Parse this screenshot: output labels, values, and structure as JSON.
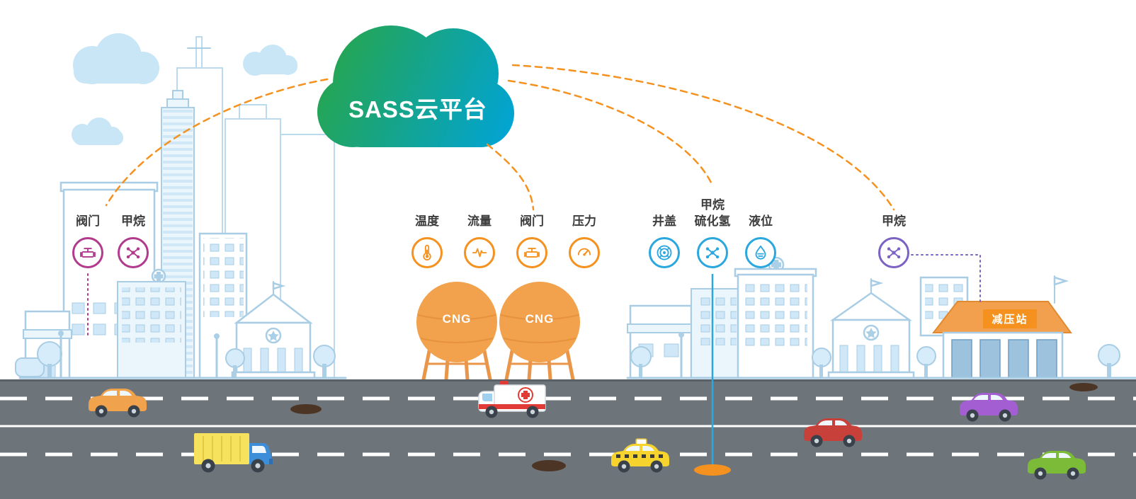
{
  "cloud": {
    "title": "SASS云平台"
  },
  "sensors": {
    "city_gas": {
      "color": "#b23a8d",
      "items": [
        {
          "label": "阀门",
          "icon": "valve-icon"
        },
        {
          "label": "甲烷",
          "icon": "molecule-icon"
        }
      ]
    },
    "cng_station": {
      "color": "#f5911e",
      "items": [
        {
          "label": "温度",
          "icon": "thermometer-icon"
        },
        {
          "label": "流量",
          "icon": "flow-icon"
        },
        {
          "label": "阀门",
          "icon": "valve-icon"
        },
        {
          "label": "压力",
          "icon": "gauge-icon"
        }
      ]
    },
    "underground": {
      "color": "#2aa7df",
      "items": [
        {
          "label": "井盖",
          "icon": "manhole-icon"
        },
        {
          "label": "甲烷",
          "label2": "硫化氢",
          "icon": "molecule-icon"
        },
        {
          "label": "液位",
          "icon": "level-icon"
        }
      ]
    },
    "station": {
      "color": "#7b62c4",
      "items": [
        {
          "label": "甲烷",
          "icon": "molecule-icon"
        }
      ]
    }
  },
  "tanks": {
    "items": [
      {
        "label": "CNG"
      },
      {
        "label": "CNG"
      }
    ]
  },
  "buildings": {
    "station_sign": "减压站"
  },
  "colors": {
    "cloud-green": "#27a54b",
    "cloud-blue": "#00a4d8",
    "accent-orange": "#f5911e",
    "accent-magenta": "#b23a8d",
    "accent-blue": "#2aa7df",
    "accent-purple": "#7b62c4",
    "city-line": "#a9cde4",
    "city-fill": "#eaf5fc",
    "road-gray": "#6d757b"
  }
}
